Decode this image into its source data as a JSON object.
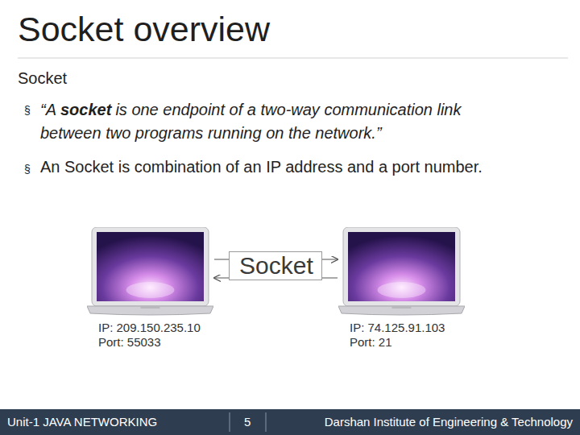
{
  "diagram": {
    "title": "Socket overview",
    "nodes": [
      {
        "text": [
          "IP: 209.150.235.10",
          "Port: 55033"
        ]
      },
      {
        "text": [
          "Socket"
        ]
      },
      {
        "text": [
          "IP: 74.125.91.103",
          "Port: 21"
        ]
      }
    ],
    "edges": [
      {
        "from": 0,
        "to": 2,
        "arrow": "to"
      },
      {
        "from": 2,
        "to": 0,
        "arrow": "to"
      }
    ],
    "labels": [
      "Socket",
      "§",
      "“A",
      "socket",
      "is one endpoint of a two-way communication link between two programs running on the network.”",
      "§",
      "An Socket is combination of an IP address and a port number.",
      "Unit-1 JAVA NETWORKING",
      "5",
      "Darshan Institute of Engineering & Technology"
    ]
  }
}
